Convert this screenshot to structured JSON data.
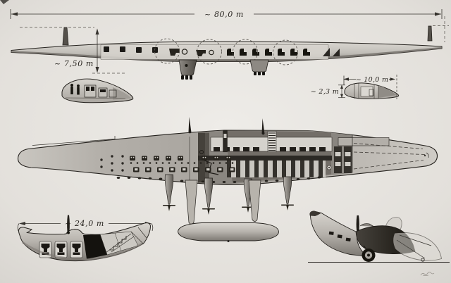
{
  "annotations": {
    "wingspan": "~ 80,0 m",
    "height": "~ 7,50 m",
    "section_chord": "~ 10,0 m",
    "section_thickness": "~ 2,3 m",
    "hull_length": "~ 24,0 m"
  },
  "colors": {
    "paper": "#e6e3de",
    "ink": "#24211d",
    "shade_dark": "#37332e",
    "shade_mid": "#8a8680",
    "shade_light": "#cbc8c2"
  }
}
